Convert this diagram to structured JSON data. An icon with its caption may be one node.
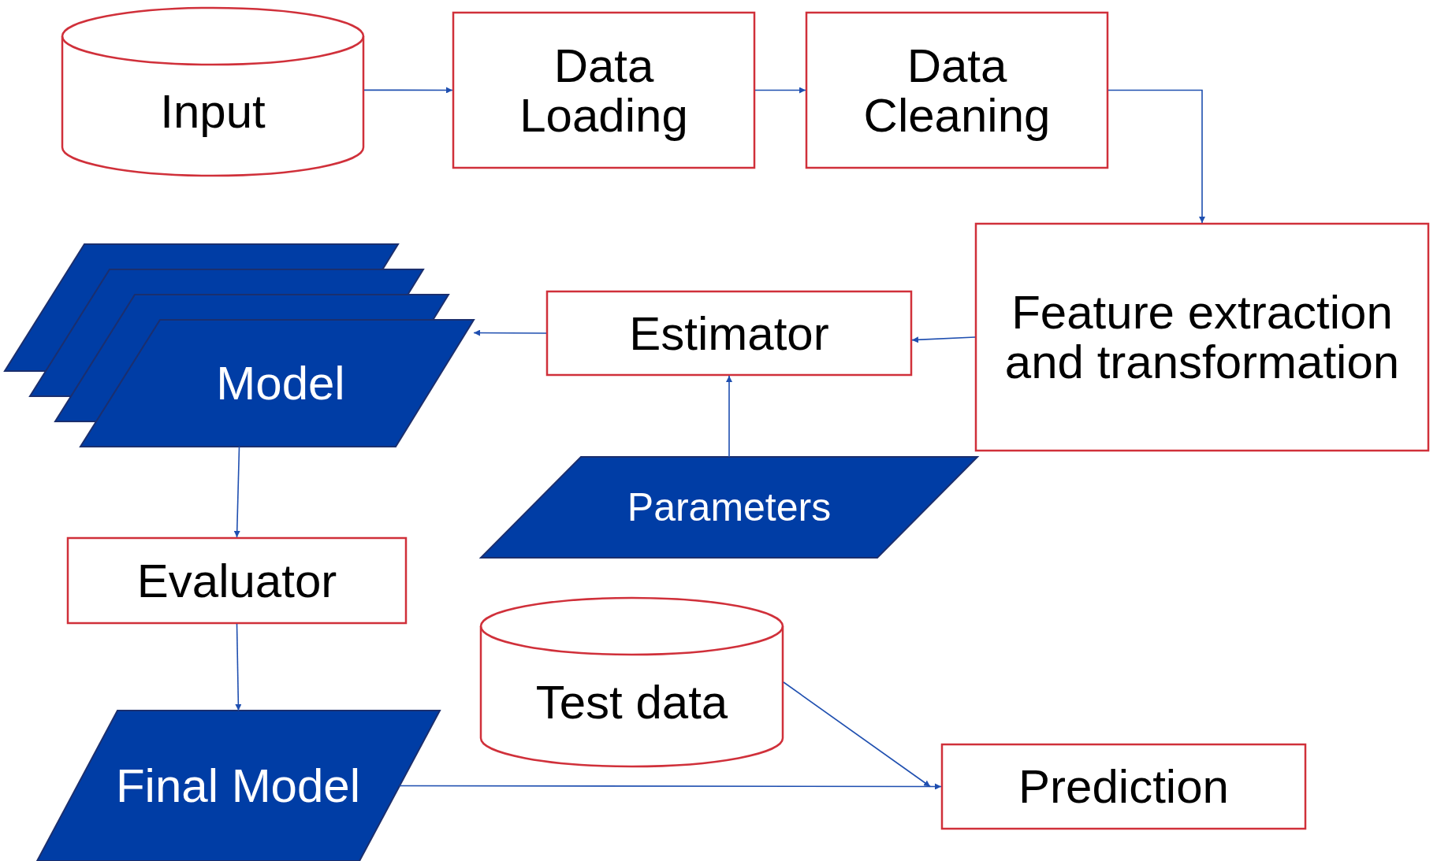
{
  "diagram": {
    "nodes": [
      {
        "text": [
          "Input"
        ]
      },
      {
        "text": [
          "Data Loading"
        ]
      },
      {
        "text": [
          "Data Cleaning"
        ]
      },
      {
        "text": [
          "Feature extraction and transformation"
        ]
      },
      {
        "text": [
          "Estimator"
        ]
      },
      {
        "text": [
          "Model"
        ]
      },
      {
        "text": [
          "Parameters"
        ]
      },
      {
        "text": [
          "Evaluator"
        ]
      },
      {
        "text": [
          "Test data"
        ]
      },
      {
        "text": [
          "Final Model"
        ]
      },
      {
        "text": [
          "Prediction"
        ]
      }
    ],
    "edges": [
      {
        "from": 0,
        "to": 1,
        "arrow": "to"
      },
      {
        "from": 1,
        "to": 2,
        "arrow": "to"
      },
      {
        "from": 2,
        "to": 3,
        "arrow": "to"
      },
      {
        "from": 3,
        "to": 4,
        "arrow": "to"
      },
      {
        "from": 4,
        "to": 5,
        "arrow": "to"
      },
      {
        "from": 6,
        "to": 4,
        "arrow": "to"
      },
      {
        "from": 5,
        "to": 7,
        "arrow": "to"
      },
      {
        "from": 7,
        "to": 9,
        "arrow": "to"
      },
      {
        "from": 8,
        "to": 10,
        "arrow": "to"
      },
      {
        "from": 9,
        "to": 10,
        "arrow": "to"
      }
    ]
  }
}
